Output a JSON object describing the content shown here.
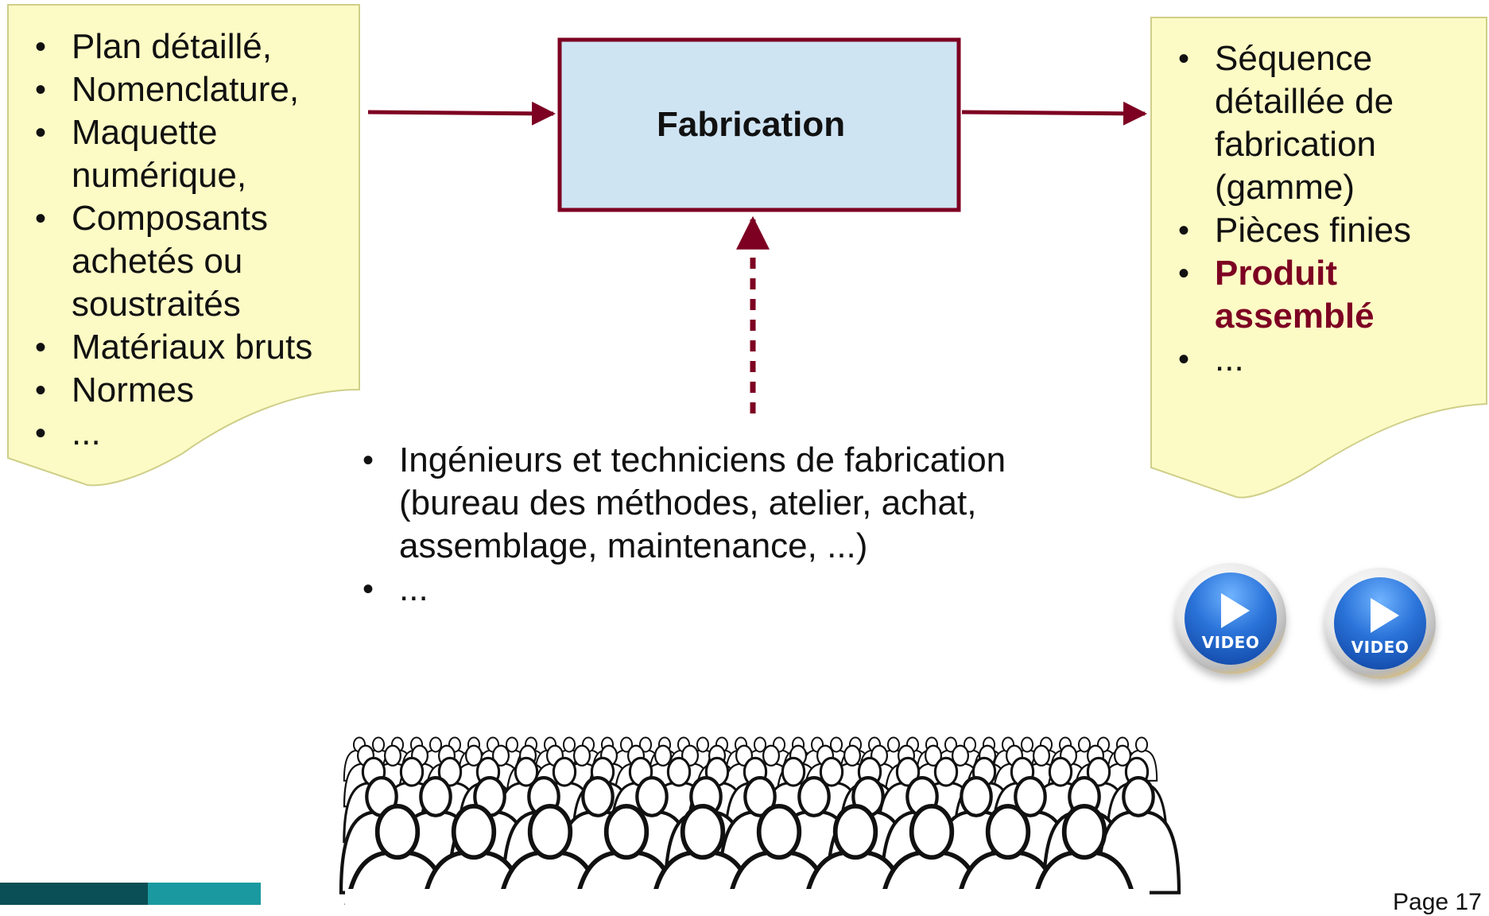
{
  "process_box": {
    "title": "Fabrication",
    "fill": "#cfe4f3",
    "border": "#7d0022"
  },
  "inputs": {
    "bullet": "•",
    "items": [
      "Plan détaillé,",
      "Nomenclature,",
      "Maquette",
      "numérique,",
      "Composants",
      "achetés ou",
      "soustraités",
      "Matériaux bruts",
      "Normes",
      "..."
    ]
  },
  "outputs": {
    "bullet": "•",
    "items": [
      "Séquence",
      "détaillée de",
      "fabrication",
      "(gamme)",
      "Pièces finies",
      "Produit",
      "assemblé",
      "..."
    ]
  },
  "resources": {
    "bullet": "•",
    "items": [
      "Ingénieurs et techniciens de fabrication",
      "(bureau des méthodes, atelier, achat,",
      "assemblage, maintenance, ...)",
      "..."
    ]
  },
  "videos": [
    {
      "label": "VIDEO",
      "icon": "play-video-icon"
    },
    {
      "label": "VIDEO",
      "icon": "play-video-icon"
    }
  ],
  "footer": {
    "page": "Page 17"
  },
  "colors": {
    "note_fill": "#fdfbc5",
    "note_border": "#cfcf8a",
    "arrow": "#7d0022"
  }
}
